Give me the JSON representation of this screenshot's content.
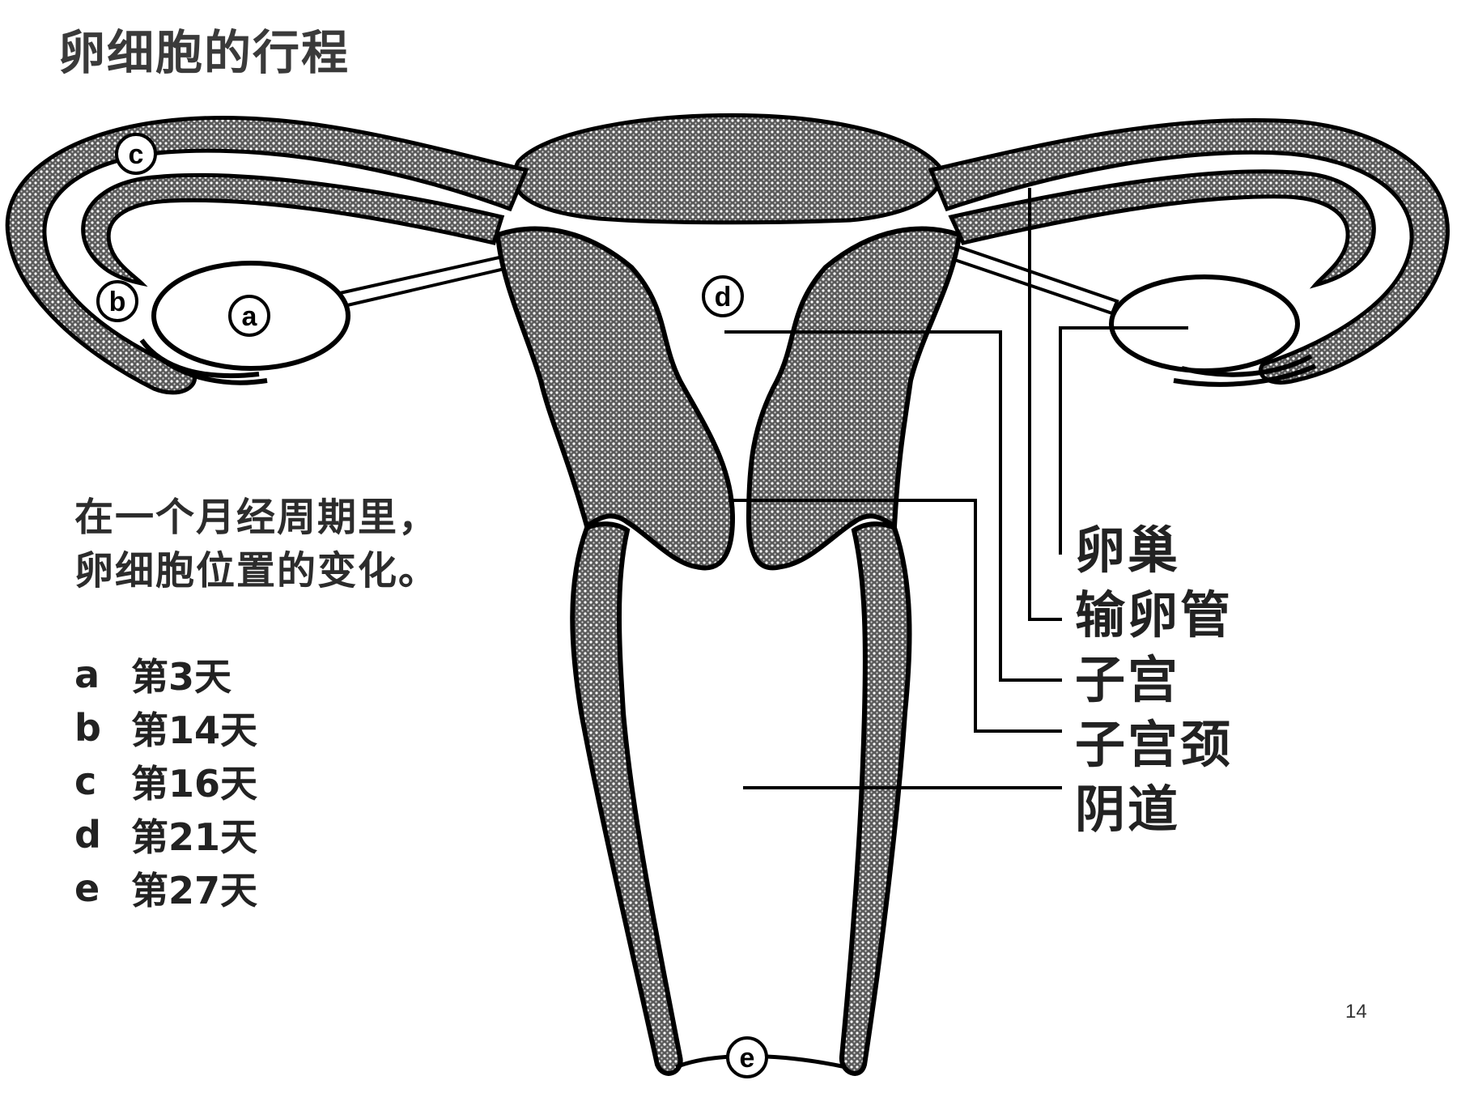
{
  "title": "卵细胞的行程",
  "description": {
    "line1": "在一个月经周期里，",
    "line2": "卵细胞位置的变化。"
  },
  "legend": [
    {
      "key": "a",
      "text": "第3天"
    },
    {
      "key": "b",
      "text": "第14天"
    },
    {
      "key": "c",
      "text": "第16天"
    },
    {
      "key": "d",
      "text": "第21天"
    },
    {
      "key": "e",
      "text": "第27天"
    }
  ],
  "part_labels": [
    "卵巢",
    "输卵管",
    "子宫",
    "子宫颈",
    "阴道"
  ],
  "markers": {
    "a": "a",
    "b": "b",
    "c": "c",
    "d": "d",
    "e": "e"
  },
  "page_number": "14",
  "colors": {
    "tissue_fill": "#3d3d3d",
    "outline": "#000000",
    "background": "#ffffff"
  }
}
